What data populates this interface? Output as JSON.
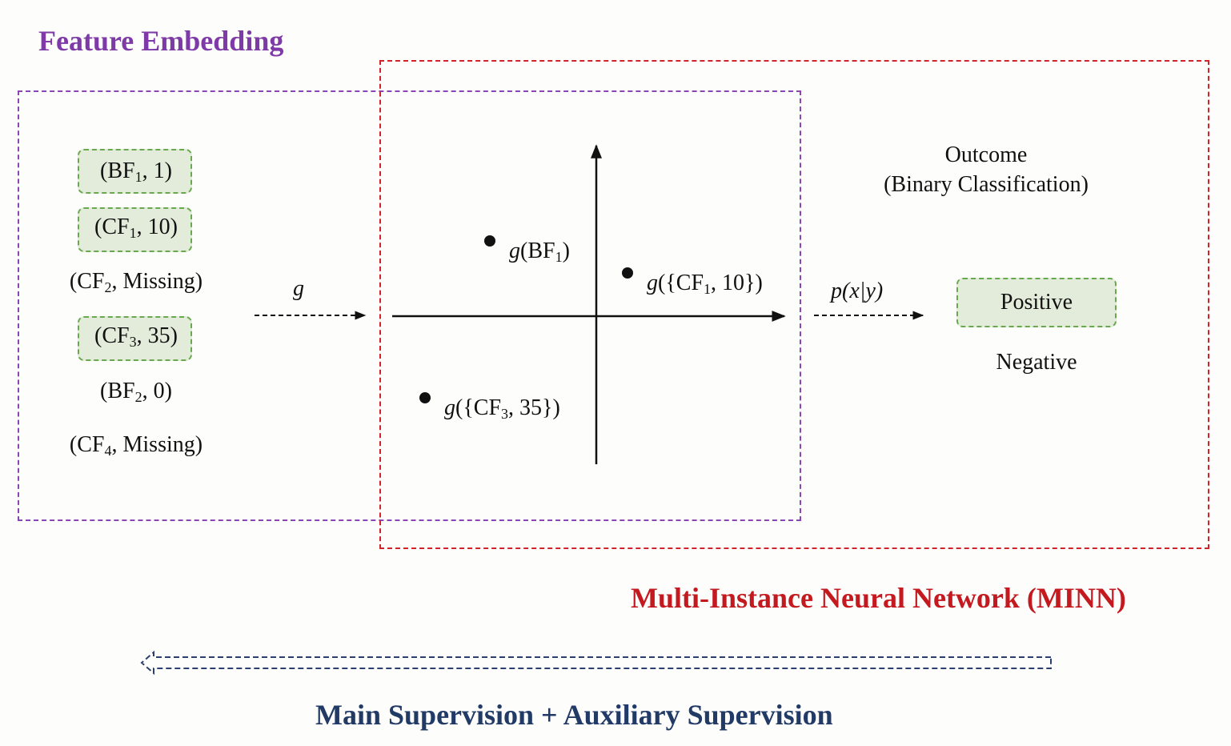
{
  "titles": {
    "feature_embedding": "Feature Embedding",
    "minn": "Multi-Instance Neural Network (MINN)",
    "supervision": "Main Supervision + Auxiliary Supervision"
  },
  "features": [
    {
      "prefix": "(BF",
      "sub": "1",
      "suffix": ", 1)",
      "highlighted": true
    },
    {
      "prefix": "(CF",
      "sub": "1",
      "suffix": ", 10)",
      "highlighted": true
    },
    {
      "prefix": "(CF",
      "sub": "2",
      "suffix": ", Missing)",
      "highlighted": false
    },
    {
      "prefix": "(CF",
      "sub": "3",
      "suffix": ", 35)",
      "highlighted": true
    },
    {
      "prefix": "(BF",
      "sub": "2",
      "suffix": ", 0)",
      "highlighted": false
    },
    {
      "prefix": "(CF",
      "sub": "4",
      "suffix": ", Missing)",
      "highlighted": false
    }
  ],
  "arrows": {
    "embedding_label": "g",
    "classifier_label": "p(x|y)"
  },
  "embedded_points": [
    {
      "fn": "g",
      "open": "(BF",
      "sub": "1",
      "close": ")"
    },
    {
      "fn": "g",
      "open": "({CF",
      "sub": "1",
      "close": ", 10})"
    },
    {
      "fn": "g",
      "open": "({CF",
      "sub": "3",
      "close": ", 35})"
    }
  ],
  "outcome": {
    "title_line1": "Outcome",
    "title_line2": "(Binary Classification)",
    "positive": "Positive",
    "negative": "Negative"
  },
  "colors": {
    "feature_frame": "#8b45b5",
    "minn_frame": "#d3222a",
    "highlight_fill": "#e3ecda",
    "highlight_border": "#6aa84f",
    "supervision": "#223a66"
  }
}
